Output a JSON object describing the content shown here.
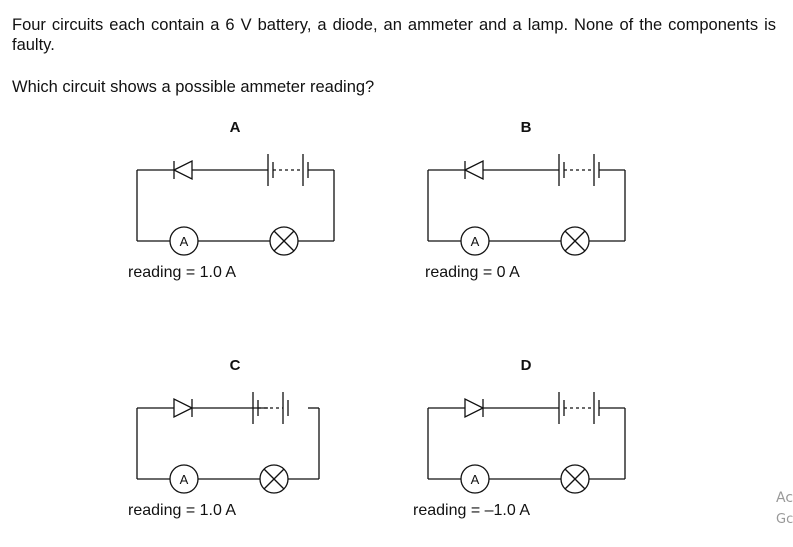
{
  "question": {
    "stem": "Four circuits each contain a 6 V battery, a diode, an ammeter and a lamp. None of the components is faulty.",
    "prompt": "Which circuit shows a possible ammeter reading?"
  },
  "circuits": [
    {
      "letter": "A",
      "ammeter_symbol": "A",
      "reading": "reading = 1.0 A",
      "diode_direction": "reverse"
    },
    {
      "letter": "B",
      "ammeter_symbol": "A",
      "reading": "reading = 0 A",
      "diode_direction": "reverse"
    },
    {
      "letter": "C",
      "ammeter_symbol": "A",
      "reading": "reading = 1.0 A",
      "diode_direction": "forward"
    },
    {
      "letter": "D",
      "ammeter_symbol": "A",
      "reading": "reading = –1.0 A",
      "diode_direction": "forward"
    }
  ],
  "watermark": {
    "line1": "Ac",
    "line2": "Gc"
  }
}
